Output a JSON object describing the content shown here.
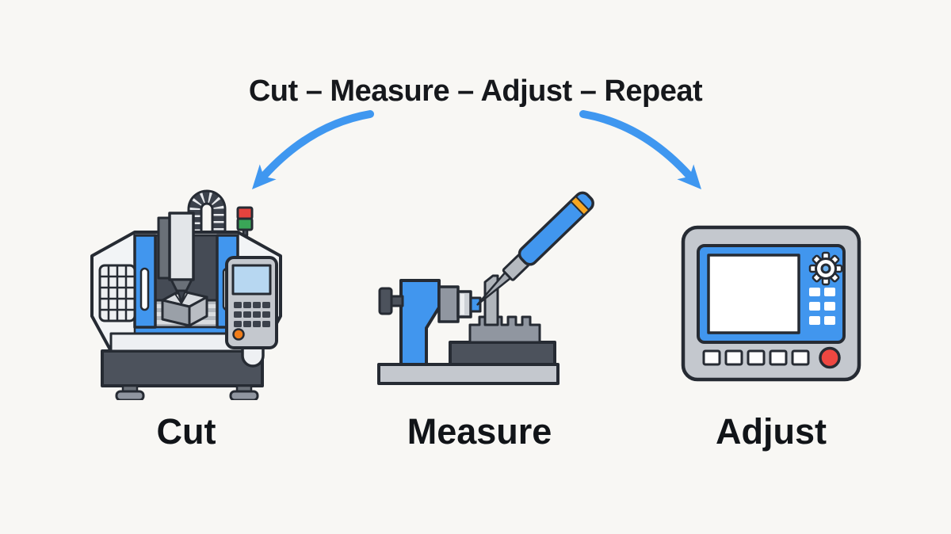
{
  "title": "Cut – Measure – Adjust – Repeat",
  "steps": [
    {
      "id": "cut",
      "label": "Cut",
      "icon": "cnc-milling-machine-icon"
    },
    {
      "id": "measure",
      "label": "Measure",
      "icon": "bench-probe-measurement-icon"
    },
    {
      "id": "adjust",
      "label": "Adjust",
      "icon": "cnc-control-panel-icon"
    }
  ],
  "arrows": [
    {
      "name": "arrow-to-cut",
      "direction": "down-left"
    },
    {
      "name": "arrow-to-adjust",
      "direction": "down-right"
    }
  ],
  "colors": {
    "background": "#f8f7f4",
    "ink": "#16181c",
    "outline": "#262b33",
    "blue": "#4196ee",
    "arrow-blue": "#3f97f0",
    "body-white": "#f2f4f6",
    "frame-gray": "#c4c8ce",
    "steel-light": "#dfe2e6",
    "mid-gray": "#9096a0",
    "dark-gray": "#4c525c",
    "screen-blue": "#b7d7f1",
    "signal-red": "#e5433e",
    "signal-green": "#3aa557",
    "accent-orange": "#f5a623",
    "button-orange": "#f07d1a",
    "button-red": "#ee4741"
  }
}
